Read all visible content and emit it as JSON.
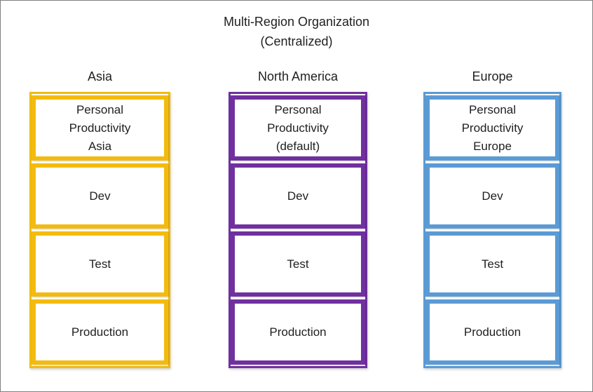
{
  "frame": {
    "border_color": "#808080",
    "background_color": "#FFFFFF"
  },
  "title": {
    "line1": "Multi-Region Organization",
    "line2": "(Centralized)"
  },
  "accent_colors": {
    "asia_gold": "#F3BB0F",
    "north_america_purple": "#7030A0",
    "europe_blue": "#5B9BD5"
  },
  "columns": [
    {
      "header": "Asia",
      "accent": "#F3BB0F",
      "boxes": [
        "Personal Productivity Asia",
        "Dev",
        "Test",
        "Production"
      ]
    },
    {
      "header": "North America",
      "accent": "#7030A0",
      "boxes": [
        "Personal Productivity (default)",
        "Dev",
        "Test",
        "Production"
      ]
    },
    {
      "header": "Europe",
      "accent": "#5B9BD5",
      "boxes": [
        "Personal Productivity Europe",
        "Dev",
        "Test",
        "Production"
      ]
    }
  ]
}
